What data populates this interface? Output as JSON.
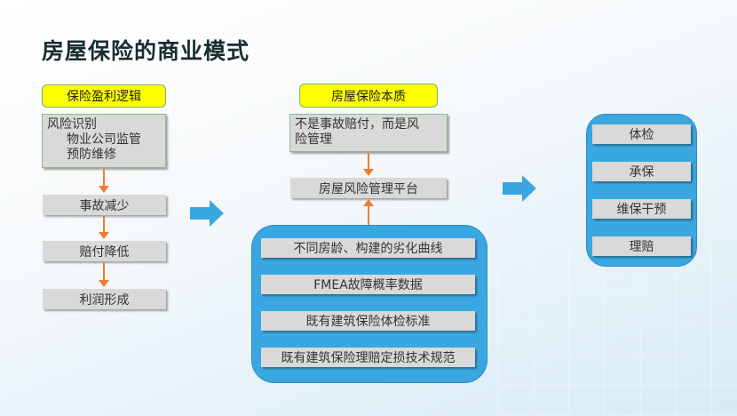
{
  "title": "房屋保险的商业模式",
  "colors": {
    "highlight_yellow": "#ffff00",
    "box_gray": "#d9d9d9",
    "connector_orange": "#ed7d31",
    "container_blue": "#3ba7e0",
    "title_text": "#1a2e2c"
  },
  "left_column": {
    "header": "保险盈利逻辑",
    "risk_box": {
      "line1": "风险识别",
      "line2": "物业公司监管",
      "line3": "预防维修"
    },
    "steps": [
      "事故减少",
      "赔付降低",
      "利润形成"
    ]
  },
  "middle_column": {
    "header": "房屋保险本质",
    "essence": "不是事故赔付，而是风险管理",
    "essence_line1": "不是事故赔付，而是风",
    "essence_line2": "险管理",
    "platform": "房屋风险管理平台",
    "foundations": [
      "不同房龄、构建的劣化曲线",
      "FMEA故障概率数据",
      "既有建筑保险体检标准",
      "既有建筑保险理赔定损技术规范"
    ]
  },
  "right_column": {
    "items": [
      "体检",
      "承保",
      "维保干预",
      "理赔"
    ]
  },
  "icons": {
    "flow_arrow": "right-arrow-icon",
    "connector": "down-arrow-icon"
  }
}
